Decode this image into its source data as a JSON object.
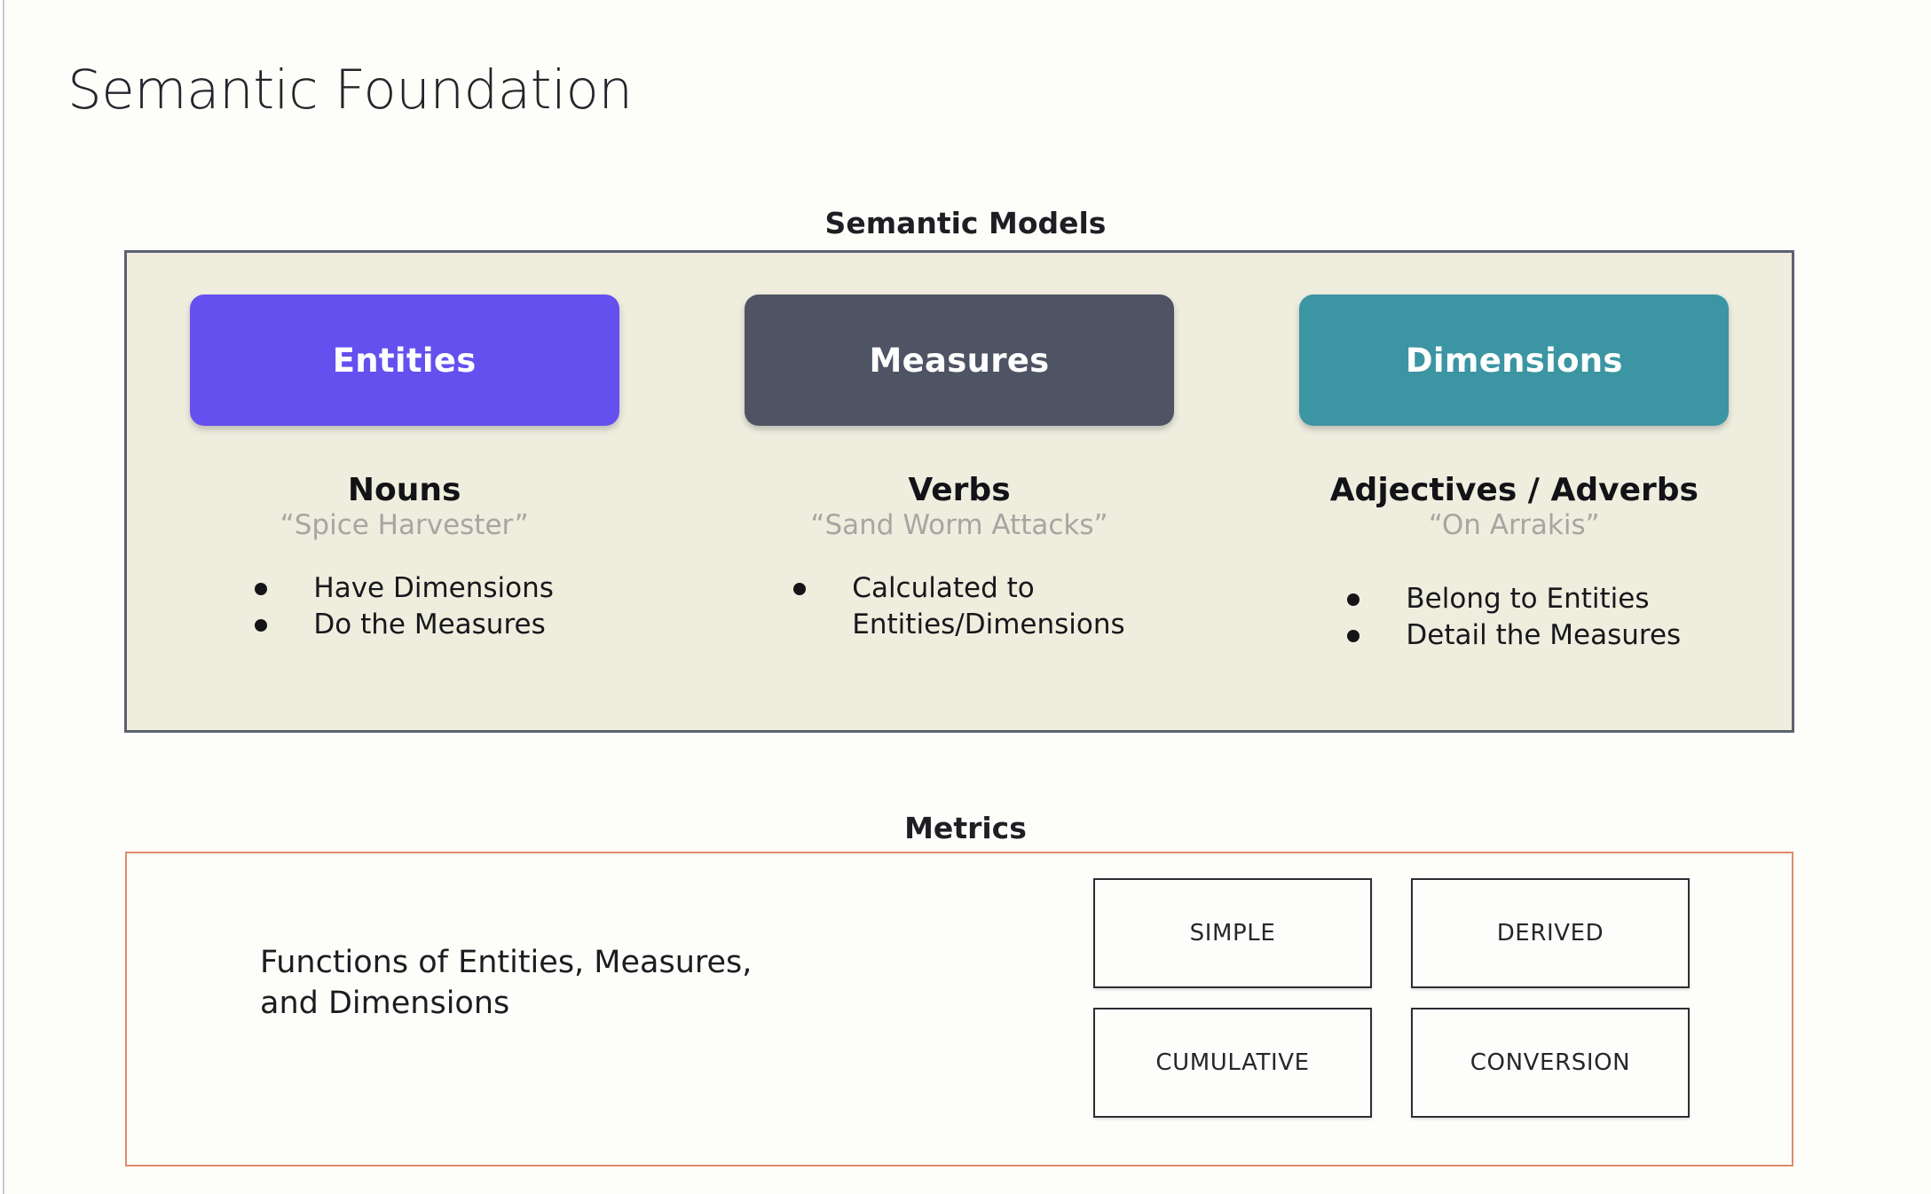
{
  "slide": {
    "title": "Semantic Foundation"
  },
  "semantic_models": {
    "heading": "Semantic Models",
    "panel_background": "#EFEDDE",
    "panel_border": "#5B6170",
    "columns": [
      {
        "card_label": "Entities",
        "card_color": "#6450EF",
        "pos_title": "Nouns",
        "pos_example": "“Spice Harvester”",
        "bullets": [
          "Have Dimensions",
          "Do the Measures"
        ]
      },
      {
        "card_label": "Measures",
        "card_color": "#4E5464",
        "pos_title": "Verbs",
        "pos_example": "“Sand Worm Attacks”",
        "bullets": [
          "Calculated to\nEntities/Dimensions"
        ]
      },
      {
        "card_label": "Dimensions",
        "card_color": "#3C95A2",
        "pos_title": "Adjectives / Adverbs",
        "pos_example": "“On Arrakis”",
        "bullets": [
          "Belong to Entities",
          "Detail the Measures"
        ]
      }
    ]
  },
  "metrics": {
    "heading": "Metrics",
    "panel_border": "#E08B6D",
    "description": "Functions of Entities, Measures,\nand Dimensions",
    "types": [
      "SIMPLE",
      "DERIVED",
      "CUMULATIVE",
      "CONVERSION"
    ]
  }
}
